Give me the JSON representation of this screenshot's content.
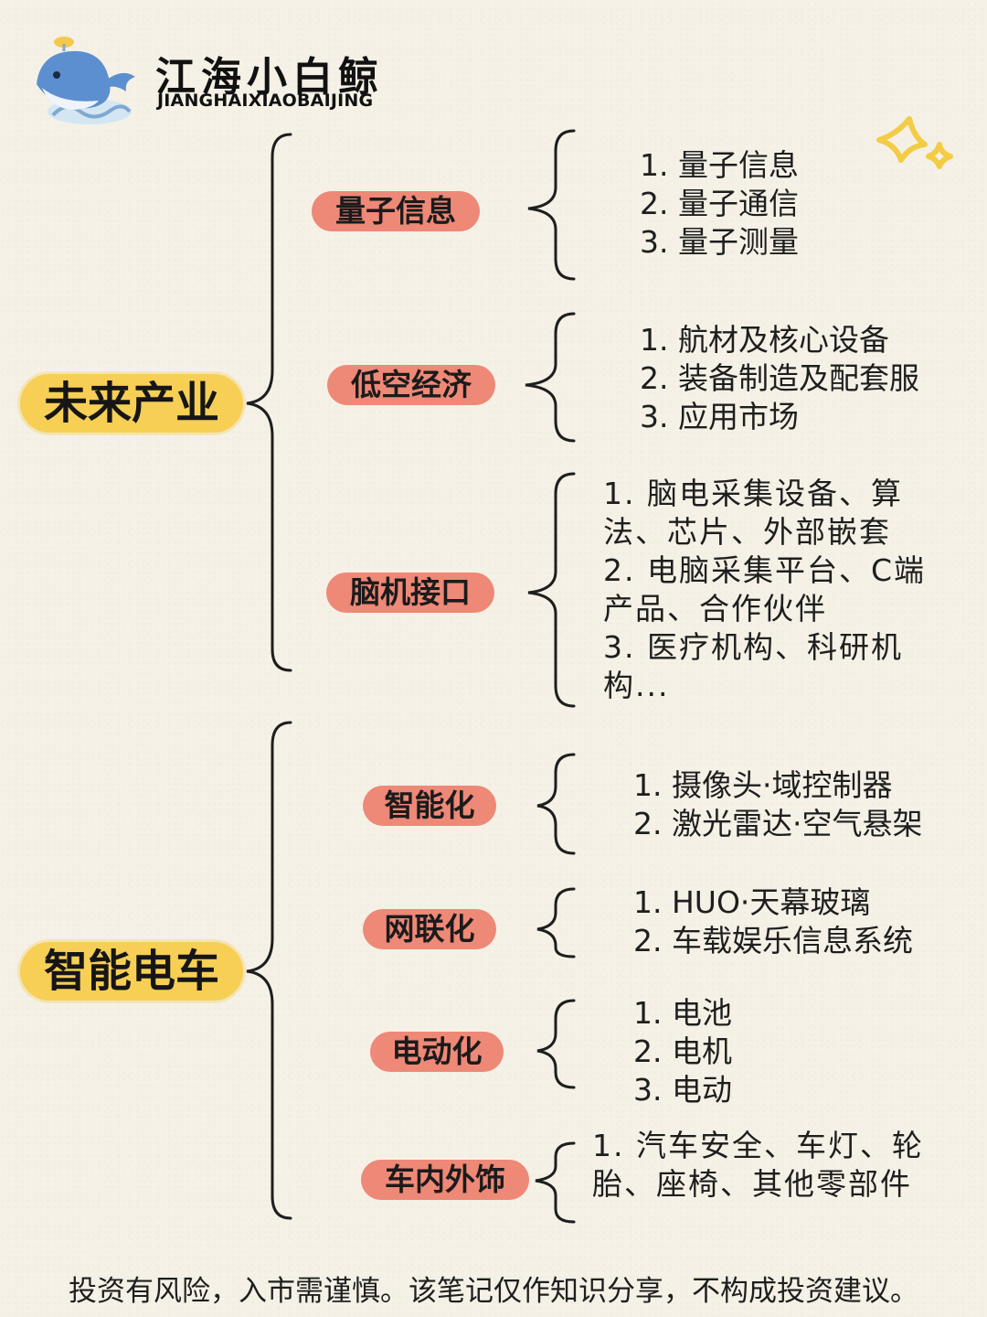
{
  "brand": {
    "name": "江海小白鲸",
    "pinyin": "JIANGHAIXIAOBAIJING",
    "logo_icon": "whale-logo-icon"
  },
  "colors": {
    "background": "#f5f1e6",
    "root_highlight": "#f7cf55",
    "node_highlight": "#ee8877",
    "star_accent": "#f2cc45",
    "line": "#1e1e1e"
  },
  "categories": [
    {
      "title": "未来产业",
      "branches": [
        {
          "label": "量子信息",
          "items": [
            "1. 量子信息",
            "2. 量子通信",
            "3. 量子测量"
          ]
        },
        {
          "label": "低空经济",
          "items": [
            "1. 航材及核心设备",
            "2. 装备制造及配套服",
            "3. 应用市场"
          ]
        },
        {
          "label": "脑机接口",
          "items": [
            "1. 脑电采集设备、算法、芯片、外部嵌套",
            "2. 电脑采集平台、C端产品、合作伙伴",
            "3. 医疗机构、科研机构..."
          ]
        }
      ]
    },
    {
      "title": "智能电车",
      "branches": [
        {
          "label": "智能化",
          "items": [
            "1. 摄像头·域控制器",
            "2. 激光雷达·空气悬架"
          ]
        },
        {
          "label": "网联化",
          "items": [
            "1. HUO·天幕玻璃",
            "2. 车载娱乐信息系统"
          ]
        },
        {
          "label": "电动化",
          "items": [
            "1. 电池",
            "2. 电机",
            "3. 电动"
          ]
        },
        {
          "label": "车内外饰",
          "items": [
            "1. 汽车安全、车灯、轮胎、座椅、其他零部件"
          ]
        }
      ]
    }
  ],
  "disclaimer": "投资有风险，入市需谨慎。该笔记仅作知识分享，不构成投资建议。"
}
